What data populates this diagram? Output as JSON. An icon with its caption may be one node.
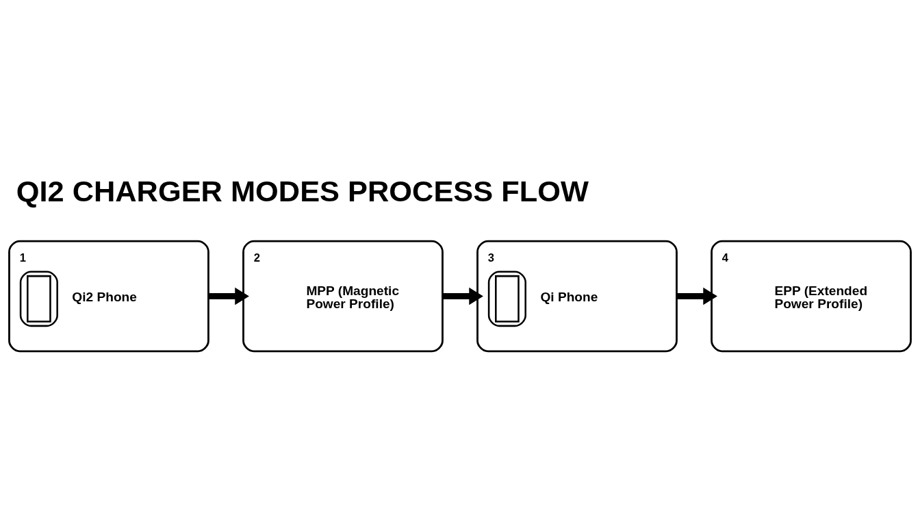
{
  "diagram": {
    "title": "QI2 CHARGER MODES PROCESS FLOW",
    "nodes": [
      {
        "text": [
          "1",
          "Qi2 Phone"
        ]
      },
      {
        "text": [
          "2",
          "MPP (Magnetic Power Profile)"
        ]
      },
      {
        "text": [
          "3",
          "Qi Phone"
        ]
      },
      {
        "text": [
          "4",
          "EPP (Extended Power Profile)"
        ]
      }
    ],
    "edges": [
      {
        "from": 0,
        "to": 1,
        "arrow": "to"
      },
      {
        "from": 1,
        "to": 2,
        "arrow": "to"
      },
      {
        "from": 2,
        "to": 3,
        "arrow": "to"
      }
    ]
  }
}
